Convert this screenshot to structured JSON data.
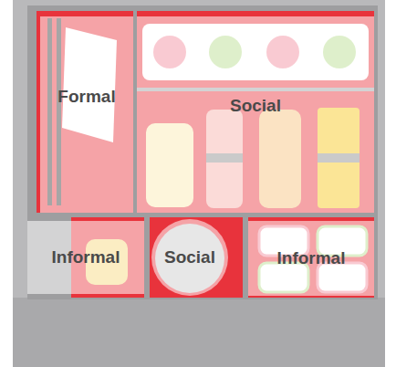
{
  "diagram": {
    "nodes": [
      {
        "text": [
          "Formal"
        ]
      },
      {
        "text": [
          "Social"
        ]
      },
      {
        "text": [
          "Informal"
        ]
      },
      {
        "text": [
          "Social"
        ]
      },
      {
        "text": [
          "Informal"
        ]
      }
    ]
  }
}
